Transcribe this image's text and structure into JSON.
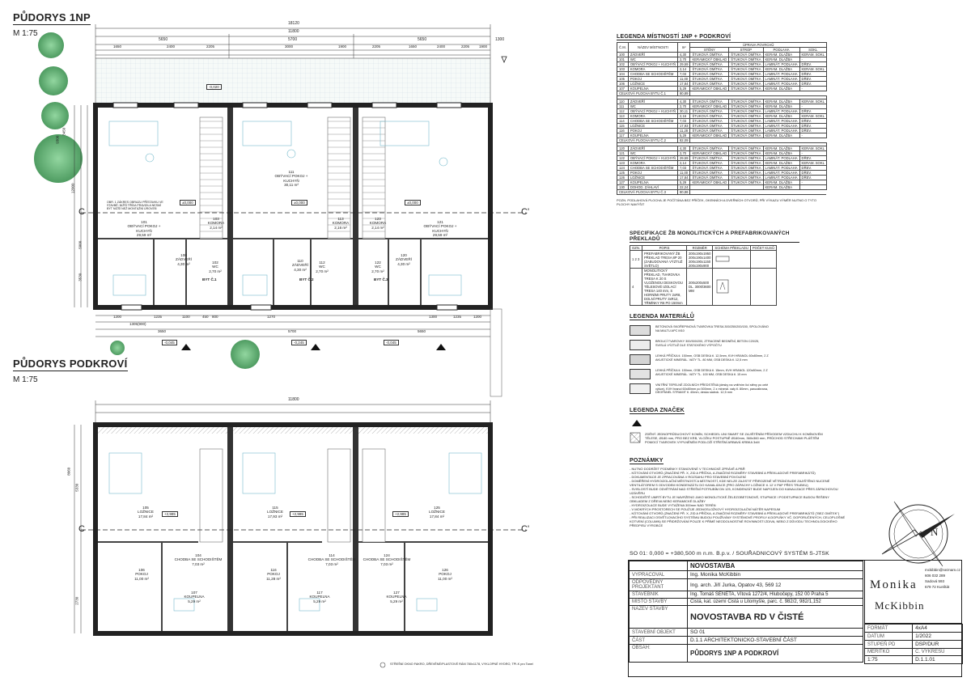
{
  "plan_top": {
    "title": "PŮDORYS 1NP",
    "scale": "M 1:75",
    "dims_top": [
      "18120",
      "11800",
      "5650",
      "5700",
      "5650",
      "1300",
      "1650",
      "2400",
      "2205",
      "3000",
      "1900",
      "2205",
      "1650",
      "2400",
      "2205",
      "1900"
    ],
    "dims_bottom": [
      "3650",
      "5700",
      "5650",
      "1200",
      "1235",
      "1100",
      "450",
      "800",
      "1305(900)",
      "1270",
      "1300",
      "1235",
      "1200"
    ],
    "dims_left": [
      "12000",
      "5000",
      "3450",
      "9300",
      "3530"
    ],
    "elev_markers": [
      "-0,020",
      "±0,000",
      "±0,000",
      "±0,000",
      "-0,045",
      "-0,245",
      "-0,045"
    ],
    "section_marks": [
      "C",
      "C'"
    ],
    "rooms": [
      {
        "no": "101",
        "name": "OBÝVACÍ POKOJ + KUCHYŇ",
        "area": "29,59 m²"
      },
      {
        "no": "111",
        "name": "OBÝVACÍ POKOJ + KUCHYŇ",
        "area": "30,11 m²"
      },
      {
        "no": "121",
        "name": "OBÝVACÍ POKOJ + KUCHYŇ",
        "area": "29,59 m²"
      },
      {
        "no": "103",
        "name": "KOMORA",
        "area": "2,14 m²"
      },
      {
        "no": "113",
        "name": "KOMORA",
        "area": "2,16 m²"
      },
      {
        "no": "123",
        "name": "KOMORA",
        "area": "2,14 m²"
      },
      {
        "no": "100",
        "name": "ZÁDVEŘÍ",
        "area": "4,30 m²"
      },
      {
        "no": "110",
        "name": "ZÁDVEŘÍ",
        "area": "4,30 m²"
      },
      {
        "no": "120",
        "name": "ZÁDVEŘÍ",
        "area": "4,30 m²"
      },
      {
        "no": "102",
        "name": "WC",
        "area": "2,70 m²"
      },
      {
        "no": "112",
        "name": "WC",
        "area": "2,70 m²"
      },
      {
        "no": "122",
        "name": "WC",
        "area": "2,70 m²"
      }
    ],
    "byt_labels": [
      "BYT Č.1",
      "BYT Č.2",
      "BYT Č.3"
    ],
    "note": "OBR. 1 ZÁKRES OBRAZU PŘÍSTAVKU VE STAVBĚ: NIŽŠÍ TŘÍDA PRAVIDLA NESMÍ BÝT NIŽŠÍ NEŽ MONTÁŽNÍ ÚROVEŇ"
  },
  "plan_bottom": {
    "title": "PŮDORYS PODKROVÍ",
    "scale": "M 1:75",
    "dims_top": [
      "11800"
    ],
    "dims_left": [
      "8060",
      "5330",
      "2730"
    ],
    "elev_markers": [
      "+2,985",
      "+2,985",
      "+2,985"
    ],
    "section_marks": [
      "C",
      "C'"
    ],
    "rooms": [
      {
        "no": "105",
        "name": "LOŽNICE",
        "area": "17,84 m²"
      },
      {
        "no": "115",
        "name": "LOŽNICE",
        "area": "17,93 m²"
      },
      {
        "no": "125",
        "name": "LOŽNICE",
        "area": "17,84 m²"
      },
      {
        "no": "104",
        "name": "CHODBA SE SCHODIŠTĚM",
        "area": "7,03 m²"
      },
      {
        "no": "114",
        "name": "CHODBA SE SCHODIŠTĚM",
        "area": "7,03 m²"
      },
      {
        "no": "124",
        "name": "CHODBA SE SCHODIŠTĚM",
        "area": "7,03 m²"
      },
      {
        "no": "106",
        "name": "POKOJ",
        "area": "11,00 m²"
      },
      {
        "no": "116",
        "name": "POKOJ",
        "area": "11,28 m²"
      },
      {
        "no": "126",
        "name": "POKOJ",
        "area": "11,00 m²"
      },
      {
        "no": "107",
        "name": "KOUPELNA",
        "area": "5,29 m²"
      },
      {
        "no": "117",
        "name": "KOUPELNA",
        "area": "5,29 m²"
      },
      {
        "no": "127",
        "name": "KOUPELNA",
        "area": "5,29 m²"
      }
    ],
    "footnote": "STŘEŠNÍ OKNO FAKRO, DŘEVĚNÉ/PLASTOVÉ RÁM 780x1178, VYKLOPNÉ HYDRO, TPI-K pro Tanel"
  },
  "room_legend": {
    "title": "LEGENDA MÍSTNOSTÍ 1NP + PODKROVÍ",
    "headers": [
      "Č.M.",
      "NÁZEV MÍSTNOSTI",
      "m²",
      "STĚNY",
      "STROP",
      "PODLAHA",
      "SOKL"
    ],
    "header_top": "ÚPRAVA POVRCHŮ",
    "groups": [
      {
        "rows": [
          [
            "100",
            "ZÁDVEŘÍ",
            "4,30",
            "ŠTUKOVÁ OMÍTKA",
            "ŠTUKOVÁ OMÍTKA",
            "KERAM. DLAŽBA",
            "KERAM. SOKL"
          ],
          [
            "101",
            "WC",
            "2,70",
            "KERAMICKÝ OBKLAD",
            "ŠTUKOVÁ OMÍTKA",
            "KERAM. DLAŽBA",
            "-"
          ],
          [
            "102",
            "OBÝVACÍ POKOJ + KUCHYŇ",
            "29,59",
            "ŠTUKOVÁ OMÍTKA",
            "ŠTUKOVÁ OMÍTKA",
            "LAMINÁT. PODLAHA",
            "DŘEV."
          ],
          [
            "103",
            "KOMORA",
            "2,14",
            "ŠTUKOVÁ OMÍTKA",
            "ŠTUKOVÁ OMÍTKA",
            "KERAM. DLAŽBA",
            "KERAM. SOKL"
          ],
          [
            "104",
            "CHODBA SE SCHODIŠTĚM",
            "7,03",
            "ŠTUKOVÁ OMÍTKA",
            "ŠTUKOVÁ OMÍTKA",
            "LAMINÁT. PODLAHA",
            "DŘEV."
          ],
          [
            "105",
            "POKOJ",
            "11,00",
            "ŠTUKOVÁ OMÍTKA",
            "ŠTUKOVÁ OMÍTKA",
            "LAMINÁT. PODLAHA",
            "DŘEV."
          ],
          [
            "106",
            "LOŽNICE",
            "17,84",
            "ŠTUKOVÁ OMÍTKA",
            "ŠTUKOVÁ OMÍTKA",
            "LAMINÁT. PODLAHA",
            "DŘEV."
          ],
          [
            "107",
            "KOUPELNA",
            "5,29",
            "KERAMICKÝ OBKLAD",
            "ŠTUKOVÁ OMÍTKA",
            "KERAM. DLAŽBA",
            "-"
          ]
        ],
        "total": "CELKOVÁ PLOCHA BYTU Č.1",
        "total_val": "80,89"
      },
      {
        "rows": [
          [
            "110",
            "ZÁDVEŘÍ",
            "4,30",
            "ŠTUKOVÁ OMÍTKA",
            "ŠTUKOVÁ OMÍTKA",
            "KERAM. DLAŽBA",
            "KERAM. SOKL"
          ],
          [
            "111",
            "WC",
            "2,70",
            "KERAMICKÝ OBKLAD",
            "ŠTUKOVÁ OMÍTKA",
            "KERAM. DLAŽBA",
            "-"
          ],
          [
            "112",
            "OBÝVACÍ POKOJ + KUCHYŇ",
            "30,11",
            "ŠTUKOVÁ OMÍTKA",
            "ŠTUKOVÁ OMÍTKA",
            "LAMINÁT. PODLAHA",
            "DŘEV."
          ],
          [
            "113",
            "KOMORA",
            "2,16",
            "ŠTUKOVÁ OMÍTKA",
            "ŠTUKOVÁ OMÍTKA",
            "KERAM. DLAŽBA",
            "KERAM. SOKL"
          ],
          [
            "114",
            "CHODBA SE SCHODIŠTĚM",
            "7,03",
            "ŠTUKOVÁ OMÍTKA",
            "ŠTUKOVÁ OMÍTKA",
            "LAMINÁT. PODLAHA",
            "DŘEV."
          ],
          [
            "115",
            "LOŽNICE",
            "17,93",
            "ŠTUKOVÁ OMÍTKA",
            "ŠTUKOVÁ OMÍTKA",
            "LAMINÁT. PODLAHA",
            "DŘEV."
          ],
          [
            "116",
            "POKOJ",
            "11,28",
            "ŠTUKOVÁ OMÍTKA",
            "ŠTUKOVÁ OMÍTKA",
            "LAMINÁT. PODLAHA",
            "DŘEV."
          ],
          [
            "117",
            "KOUPELNA",
            "5,29",
            "KERAMICKÝ OBKLAD",
            "ŠTUKOVÁ OMÍTKA",
            "KERAM. DLAŽBA",
            "-"
          ]
        ],
        "total": "CELKOVÁ PLOCHA BYTU Č.2",
        "total_val": "82,09"
      },
      {
        "rows": [
          [
            "120",
            "ZÁDVEŘÍ",
            "4,30",
            "ŠTUKOVÁ OMÍTKA",
            "ŠTUKOVÁ OMÍTKA",
            "KERAM. DLAŽBA",
            "KERAM. SOKL"
          ],
          [
            "121",
            "WC",
            "2,70",
            "KERAMICKÝ OBKLAD",
            "ŠTUKOVÁ OMÍTKA",
            "KERAM. DLAŽBA",
            "-"
          ],
          [
            "122",
            "OBÝVACÍ POKOJ + KUCHYŇ",
            "29,59",
            "ŠTUKOVÁ OMÍTKA",
            "ŠTUKOVÁ OMÍTKA",
            "LAMINÁT. PODLAHA",
            "DŘEV."
          ],
          [
            "123",
            "KOMORA",
            "2,14",
            "ŠTUKOVÁ OMÍTKA",
            "ŠTUKOVÁ OMÍTKA",
            "KERAM. DLAŽBA",
            "KERAM. SOKL"
          ],
          [
            "124",
            "CHODBA SE SCHODIŠTĚM",
            "7,03",
            "ŠTUKOVÁ OMÍTKA",
            "ŠTUKOVÁ OMÍTKA",
            "LAMINÁT. PODLAHA",
            "DŘEV."
          ],
          [
            "125",
            "POKOJ",
            "11,00",
            "ŠTUKOVÁ OMÍTKA",
            "ŠTUKOVÁ OMÍTKA",
            "LAMINÁT. PODLAHA",
            "DŘEV."
          ],
          [
            "126",
            "LOŽNICE",
            "17,84",
            "ŠTUKOVÁ OMÍTKA",
            "ŠTUKOVÁ OMÍTKA",
            "LAMINÁT. PODLAHA",
            "DŘEV."
          ],
          [
            "127",
            "KOUPELNA",
            "5,29",
            "KERAMICKÝ OBKLAD",
            "ŠTUKOVÁ OMÍTKA",
            "KERAM. DLAŽBA",
            "-"
          ],
          [
            "130",
            "DOHOD. ZÁHLAVÍ",
            "22,24",
            "",
            "",
            "KERAM. DLAŽBA",
            ""
          ]
        ],
        "total": "CELKOVÁ PLOCHA BYTU Č.3",
        "total_val": "80,86"
      }
    ],
    "note": "POZN. PODLAHOVÁ PLOCHA JE POČÍTÁNA BEZ PŘÍČEK, OKENNÍCH A DVEŘNÍCH OTVORŮ, PŘI VÝKAZU VÝMĚR NUTNO O TYTO PLOCHY NAVÝŠIT"
  },
  "lintel_spec": {
    "title": "SPECIFIKACE ŽB MONOLITICKÝCH A PREFABRIKOVANÝCH PŘEKLADŮ",
    "headers": [
      "OZN.",
      "POPIS",
      "ROZMĚR",
      "SCHÉMA PŘEKLADU",
      "POČET KUSŮ"
    ],
    "rows": [
      {
        "ozn": "1 2 3",
        "popis": "PREFABRIKOVANÝ ŽB PŘEKLAD TRESA 8P 20 (ZABUDOVANÁ VÝZTUŽ SVĚTLO)",
        "rozmer": "200x190x1950 200x190x1400 200x190x1150 200x190x900",
        "pocet": ""
      },
      {
        "ozn": "4",
        "popis": "MONOLITICKÝ PŘEKLAD, TVAROVKA TRESA K 20 S VLOŽENOU DESKOVOU TĚLESOVÉ IZOLACÍ TRESA 140 mm, S HORNÍMI PRUTY 2xR8, DOLNÍ PRUTY 3xR12, TŘMÍNKY R6 PO 150mm",
        "rozmer": "200x200x500 DL. 3000/3600 MM",
        "pocet": ""
      }
    ]
  },
  "materials": {
    "title": "LEGENDA MATERIÁLŮ",
    "items": [
      {
        "color": "#dcdcdc",
        "text": "BETONOVÁ SKOŘEPINOVÁ TVAROVKA TRESA 300/250/200/150, SPOLOVÁNO NA MALTU APC M10"
      },
      {
        "color": "#ececec",
        "text": "BROUCÍ TVAROVKY 300/300/200, ZTRACENÉ BEDNĚNÍ, BETON C20/25, SVISLÁ VÝZTUŽ DLE STATICKÉHO VÝPOČTU"
      },
      {
        "color": "#d4d4d4",
        "text": "LEHKÁ PŘÍČKA tl. 150mm, OSB DESKA tl. 12,5mm, KVH HRANOL 60x80mm, 2 Z AKUSTICKÉ MINERÁL. VATY TL. 80 MM, OSB DESKA tl. 12,5 mm"
      },
      {
        "color": "#e2e2e2",
        "text": "LEHKÁ PŘÍČKA tl. 150mm, OSB DESKA tl. 15mm, KVH HRANOL 120x80mm, 2 Z AKUSTICKÉ MINERÁL. VATY TL. 100 MM, OSB DESKA tl. 15 mm"
      },
      {
        "color": "#f0f0f0",
        "text": "VNITŘNÍ TEPELNÉ ZDOLNÍCH PŘEDSTĚNA (desky na vnitřním líci stěny po celé výšce), KVH hranol 60x80mm po 500mm, 2 z minerál. vaty tl. 80mm, parozábrana, DEOPANEL STRAMIT tl. 40mm, deska sádrok. 12,5 mm"
      }
    ]
  },
  "marks": {
    "title": "LEGENDA ZNAČEK",
    "text": "ZDĚNÝ JEDNOPRŮDUCHOVÝ KOMÍN, SCHIEDEL UNI SMART SE ZAJIŠTĚNÍM PŘÍVODEM VZDUCHU K KOMÍNOVÉM TĚLESE, Ø180 mm, PRO BEZ KRB, VLOŽKU POSTUPNĚ Ø160mm, 360x360 mm, PRŮCHOD STŘECHAMI PLÁŠTĚM POMOCÍ TVAROVEK VYPLNĚNÉM PODLOŽÍ STŘEŠNÍ ARBAVÁ KRBKA 3xM"
  },
  "notes": {
    "title": "POZNÁMKY",
    "items": [
      "- NUTNO DODRŽET PODMÍNKY STANOVENÉ V TECHNICKÉ ZPRÁVĚ A PBŘ",
      "- KÓTOVÁNÍ OTVORŮ (ZNAČENÍ PŘ. X, ZID A PŘÍČKA, A ZNAČENÍ ROZMĚRY STAVEBNÍ A PŘEKLADOVÉ PREFABRIKÁTŮ)",
      "- DOKUMENTACE JE ZPRACOVÁNA V ROZSAHU PRO STAVEBNÍ POVOLENÍ",
      "- DOMĚŘENÍ HYDROIZOLAČNÍ MĚSTNOSTÍ A MÍSTNOSTÍ, KDE NELZE ZAJISTIT PŘIROZENÉ VĚTRÁNÍ BUDE ZAJIŠTĚNO NUCENÉ VENTILÁTOREM S ODVODEM KONDENZÁTU DO KANALIZACE (PRO ZÁPACHY LOŽNICE tl. 12 V PAP PŘES TRUBKU)",
      "- SVISLOSTÍ BUDE ODVĚTRÁNÍ NAD STŘEŠNÍ POTRUBÍM DN 125, KONDENZÁT BUDE NAPOJEN DO KANALIZACE PŘES ZÁPACHOVOU UZÁVĚRU",
      "- SCHODIŠTĚ UMRTÍ BYTU JE NAVRŽENO JAKO MONOLITICKÉ ŽELEZOBETONOVÉ, STUPNICE I PODSTUPNICE BUDOU ŘEŠENY OBKLADEM Z DŘEVA NEBO KERAMICKÉ DLAŽBY",
      "- HYDROIZOLACE BUDE VYTAŽENA 300mm NAD TERÉN",
      "- V MOKRÝCH PROSTORECH SE POUŽIJE JEDNOSLOŽKOVÝ HYDROIZOLAČNÍ NÁTĚR NAPESUM",
      "- KÓTOVÁNÍ OTVORŮ (ZNAČENÍ PŘ. X, ZID A PŘÍČKA, A ZNAČENÍ ROZMĚRY STAVEBNÍ A PŘEKLADOVÉ PREFABRIKÁTŮ (\"BEZ OMÍTEK\")",
      "- PŘI REALIZACI OSVĚTLOVACÍHO SYSTÉMU BUDOU POUŽÍVÁNY SYSTÉMOVÉ PROFILY A DOPLŇKY VČ. DOPORUČENÝCH, CELOPLOŠNÉ KOTVENÍ (COLUMN) SE PŘIDRŽOVÁNÍ POUZE K PŘÍMÉ NEODOLNOSTNÉ ROVINNOSTI ZDIVA, NEBO Z DŮVODU TECHNOLOGICKÉHO PŘEDPISU VÝROBCE"
    ]
  },
  "datum": "SO 01: 0,000 = +380,500 m n.m. B.p.v. / SOUŘADNICOVÝ SYSTÉM S-JTSK",
  "title_block": {
    "project": "NOVOSTAVBA",
    "rows": [
      {
        "label": "VYPRACOVAL",
        "value": "Ing. Monika McKibbin"
      },
      {
        "label": "ODPOVĚDNÝ PROJEKTANT",
        "value": "Ing. arch. Jiří Jurka, Opatov 43, 569 12"
      },
      {
        "label": "STAVEBNÍK",
        "value": "Ing. Tomáš SENETA, Vítová 1272/4, Hlubočepy, 152 00 Praha 5"
      },
      {
        "label": "MÍSTO STAVBY",
        "value": "Čistá, kat. území Čistá u Litomyšle, parc. č. 982/2, 982/1,152"
      }
    ],
    "stavba_label": "NÁZEV STAVBY",
    "stavba": "NOVOSTAVBA RD V ČISTÉ",
    "objekt_label": "STAVEBNÍ OBJEKT",
    "objekt": "SO 01",
    "cast_label": "ČÁST",
    "cast": "D.1.1 ARCHITEKTONICKO-STAVEBNÍ ČÁST",
    "obsah_label": "OBSAH:",
    "obsah": "PŮDORYS 1NP A PODKROVÍ",
    "logo_line1": "Monika",
    "logo_line2": "McKibbin",
    "contact": [
      "mckibbin@seznam.cz",
      "606 032 289",
      "Sadová 593",
      "679 72 Kunštát"
    ],
    "meta": [
      {
        "label": "FORMÁT",
        "value": "4xA4"
      },
      {
        "label": "DATUM",
        "value": "1/2022"
      },
      {
        "label": "STUPEŇ PD",
        "value": "DSP/DUR"
      }
    ],
    "meritko_label": "MĚŘÍTKO",
    "meritko": "1:75",
    "vykres_label": "Č. VÝKRESU",
    "vykres": "D.1.1.01"
  },
  "north": "N"
}
